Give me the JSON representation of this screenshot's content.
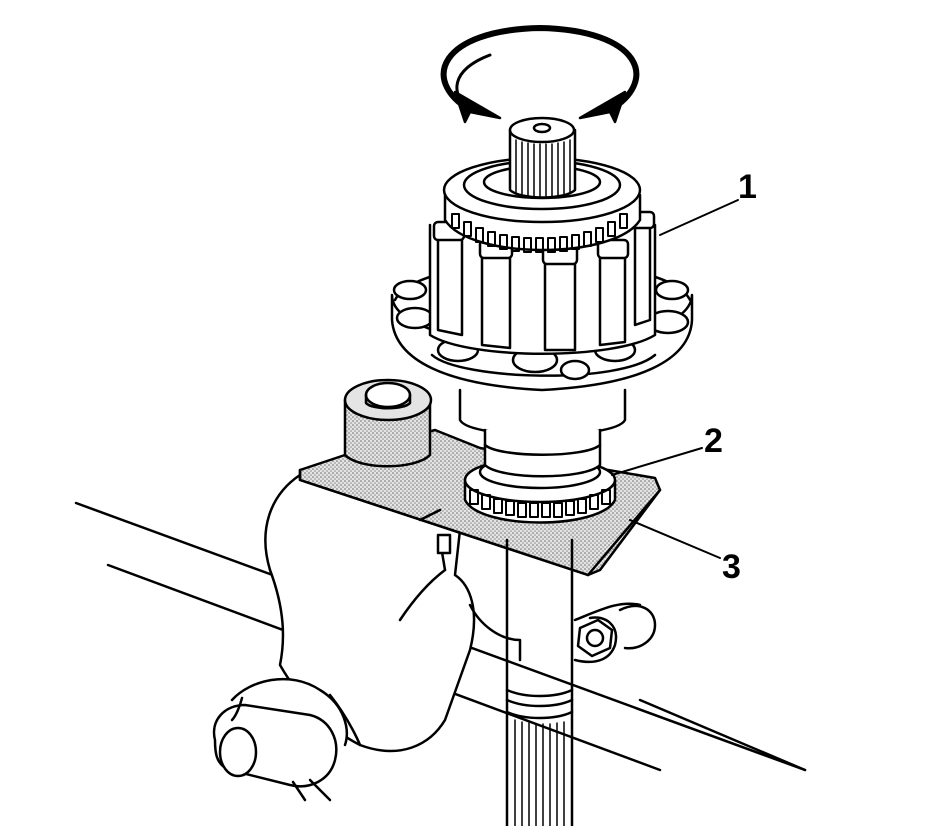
{
  "diagram": {
    "callouts": [
      {
        "id": "1",
        "label": "1"
      },
      {
        "id": "2",
        "label": "2"
      },
      {
        "id": "3",
        "label": "3"
      }
    ],
    "colors": {
      "ink": "#000000",
      "paper": "#ffffff",
      "stipple": "#bdbdbd"
    }
  }
}
